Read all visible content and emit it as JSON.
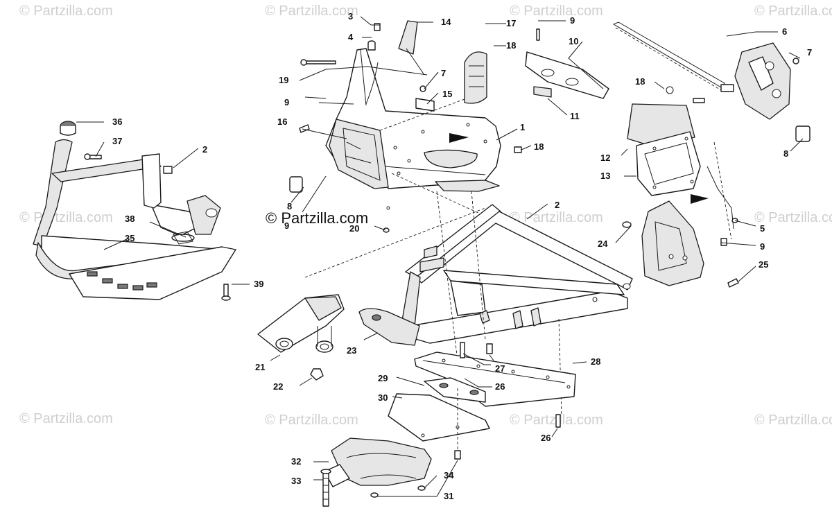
{
  "watermark": {
    "text": "© Partzilla.com",
    "color": "#c8c8c8"
  },
  "center_watermark": "© Partzilla.com",
  "callouts": [
    "1",
    "2",
    "2",
    "3",
    "4",
    "5",
    "6",
    "7",
    "7",
    "8",
    "8",
    "9",
    "9",
    "9",
    "9",
    "10",
    "11",
    "12",
    "13",
    "14",
    "15",
    "16",
    "17",
    "18",
    "18",
    "18",
    "19",
    "20",
    "21",
    "22",
    "23",
    "24",
    "25",
    "26",
    "26",
    "27",
    "28",
    "29",
    "30",
    "31",
    "32",
    "33",
    "34",
    "35",
    "36",
    "37",
    "38",
    "39"
  ],
  "colors": {
    "line": "#1a1a1a",
    "fill": "#ffffff",
    "shade": "#e6e6e6",
    "arrow": "#111111"
  }
}
